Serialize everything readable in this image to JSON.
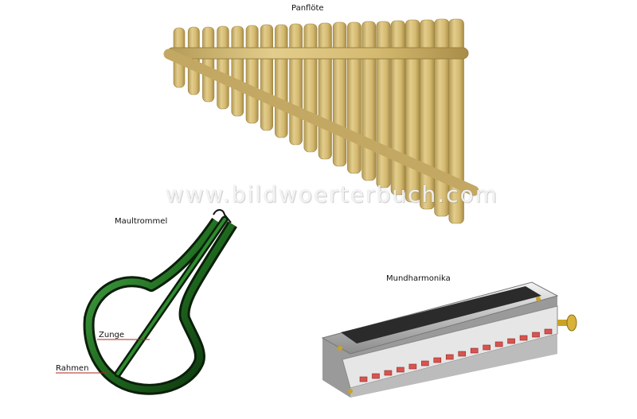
{
  "instruments": {
    "panpipe": {
      "title": "Panflöte"
    },
    "jaws_harp": {
      "title": "Maultrommel",
      "part_tongue": "Zunge",
      "part_frame": "Rahmen"
    },
    "harmonica": {
      "title": "Mundharmonika"
    }
  },
  "watermark": "www.bildwoerterbuch.com",
  "colors": {
    "bamboo": "#d9c07a",
    "bamboo_dark": "#b39a55",
    "harp_green": "#1f6b1f",
    "harp_dark": "#0b1f0b",
    "harmonica_metal": "#d8d8d8",
    "harmonica_holes": "#d9534f",
    "leader_line": "#b0231e"
  }
}
